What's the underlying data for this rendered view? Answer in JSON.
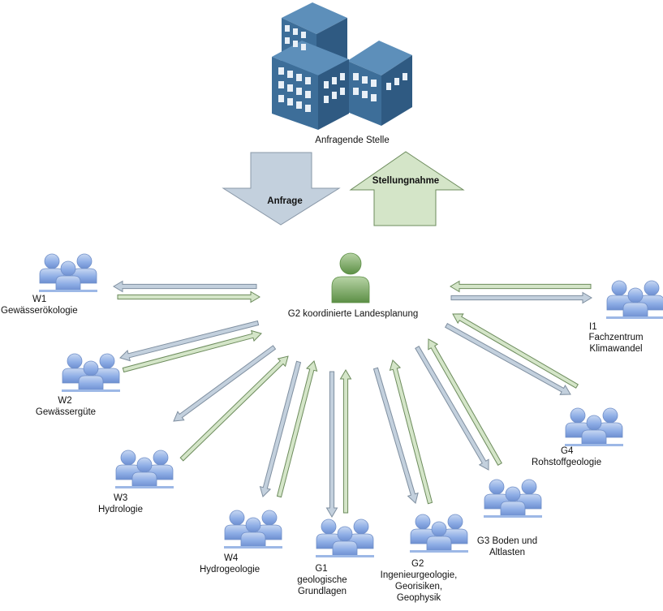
{
  "requester": {
    "label": "Anfragende Stelle"
  },
  "flows": {
    "request": "Anfrage",
    "response": "Stellungnahme"
  },
  "coordinator": {
    "label": "G2 koordinierte Landesplanung"
  },
  "colors": {
    "request": "#c3d0dd",
    "response": "#d4e5c8",
    "building": "#3d6e99",
    "people": "#8faee6",
    "coordinator": "#6a9a53"
  },
  "departments": [
    {
      "code": "W1",
      "name": "Gewässerökologie"
    },
    {
      "code": "W2",
      "name": "Gewässergüte"
    },
    {
      "code": "W3",
      "name": "Hydrologie"
    },
    {
      "code": "W4",
      "name": "Hydrogeologie"
    },
    {
      "code": "G1",
      "name": "geologische\nGrundlagen"
    },
    {
      "code": "G2",
      "name": "Ingenieurgeologie,\nGeorisiken,\nGeophysik"
    },
    {
      "code": "G3",
      "name": "Boden und\nAltlasten"
    },
    {
      "code": "G4",
      "name": "Rohstoffgeologie"
    },
    {
      "code": "I1",
      "name": "Fachzentrum\nKlimawandel"
    }
  ]
}
